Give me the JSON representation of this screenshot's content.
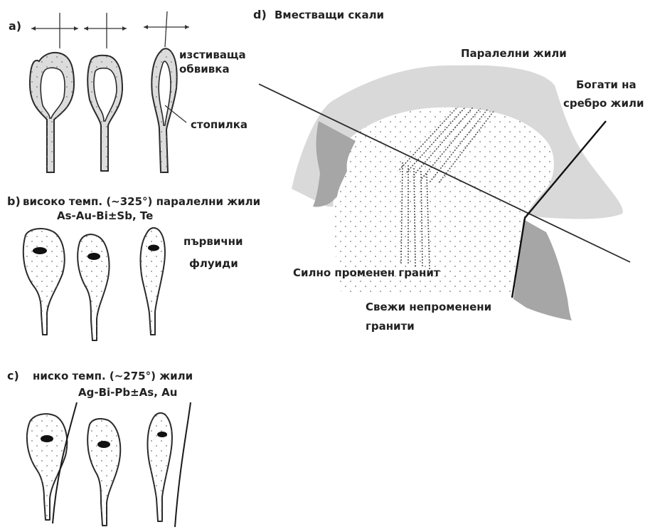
{
  "panels": {
    "a": {
      "letter": "a)",
      "rind_label_1": "изстиваща",
      "rind_label_2": "обвивка",
      "melt_label": "стопилка"
    },
    "b": {
      "letter": "b)",
      "title_1": "високо темп. (~325°) паралелни жили",
      "title_2": "As-Au-Bi±Sb, Te",
      "fluid_label_1": "първични",
      "fluid_label_2": "флуиди"
    },
    "c": {
      "letter": "c)",
      "title_1": "ниско темп. (~275°) жили",
      "title_2": "Ag-Bi-Pb±As, Au"
    },
    "d": {
      "letter": "d)",
      "title": "Вместващи скали",
      "parallel_veins": "Паралелни жили",
      "silver_veins_1": "Богати на",
      "silver_veins_2": "сребро жили",
      "altered_granite": "Силно променен гранит",
      "fresh_granite_1": "Свежи непроменени",
      "fresh_granite_2": "гранити"
    }
  },
  "colors": {
    "host_rock": "#d9d9d9",
    "fresh_granite": "#a6a6a6",
    "line": "#2a2a2a"
  }
}
